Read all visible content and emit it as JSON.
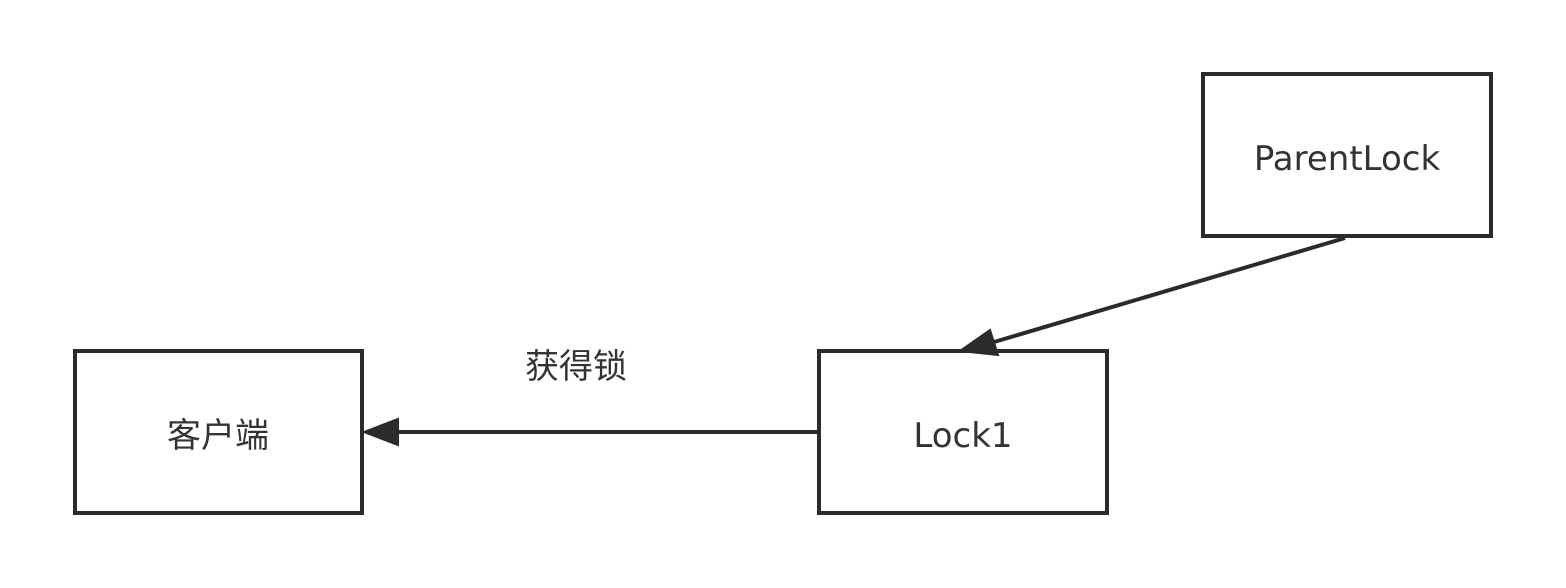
{
  "nodes": {
    "client": {
      "label": "客户端"
    },
    "lock1": {
      "label": "Lock1"
    },
    "parent_lock": {
      "label": "ParentLock"
    }
  },
  "edges": {
    "lock1_to_client": {
      "from": "Lock1",
      "to": "客户端",
      "label": "获得锁"
    },
    "parent_to_lock1": {
      "from": "ParentLock",
      "to": "Lock1",
      "label": ""
    }
  },
  "colors": {
    "stroke": "#2b2b2b",
    "text": "#333333",
    "background": "#ffffff"
  }
}
